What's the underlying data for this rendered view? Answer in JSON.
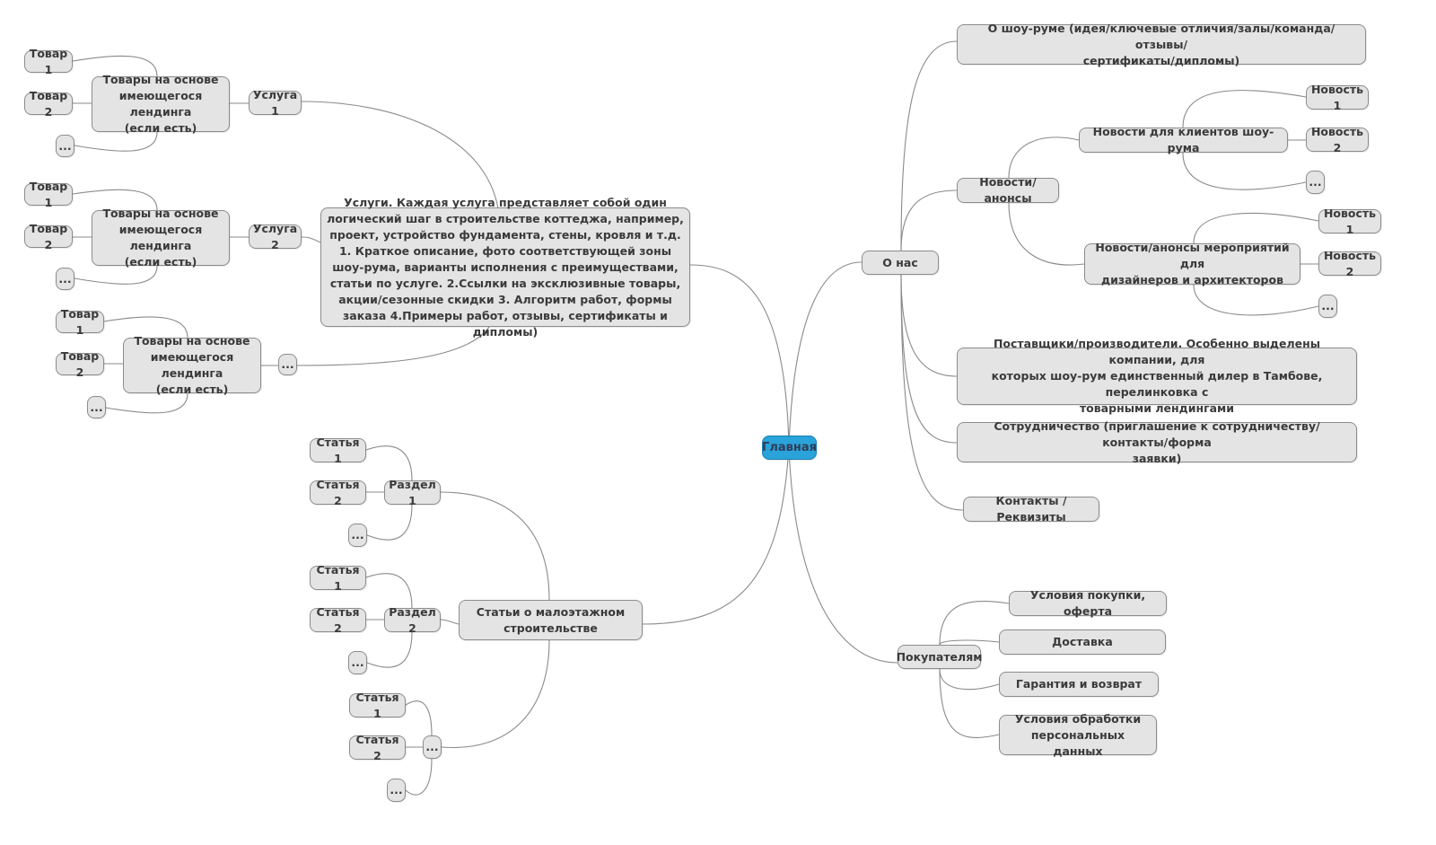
{
  "root": {
    "label": "Главная",
    "color": "#2aa3db"
  },
  "nodes": {
    "services": "Услуги.  Каждая услуга представляет собой один логический шаг в строительстве коттеджа, например, проект, устройство фундамента, стены, кровля и т.д.         1. Краткое описание, фото соответствующей зоны шоу-рума, варианты исполнения с преимуществами, статьи по услуге. 2.Ссылки на эксклюзивные товары, акции/сезонные скидки 3. Алгоритм работ, формы заказа 4.Примеры работ, отзывы, сертификаты и дипломы)",
    "service1": "Услуга 1",
    "service2": "Услуга 2",
    "service_more": "...",
    "goods_s1": "Товары на основе\nимеющегося лендинга\n(если есть)",
    "goods_s2": "Товары на основе\nимеющегося лендинга\n(если есть)",
    "goods_s3": "Товары на основе\nимеющегося лендинга\n(если есть)",
    "item1_a": "Товар 1",
    "item2_a": "Товар 2",
    "itemmore_a": "...",
    "item1_b": "Товар 1",
    "item2_b": "Товар 2",
    "itemmore_b": "...",
    "item1_c": "Товар 1",
    "item2_c": "Товар 2",
    "itemmore_c": "...",
    "articles": "Статьи о малоэтажном\nстроительстве",
    "section1": "Раздел 1",
    "section2": "Раздел 2",
    "section_more": "...",
    "art1_a": "Статья 1",
    "art2_a": "Статья 2",
    "artmore_a": "...",
    "art1_b": "Статья 1",
    "art2_b": "Статья 2",
    "artmore_b": "...",
    "art1_c": "Статья 1",
    "art2_c": "Статья 2",
    "artmore_c": "...",
    "about": "О нас",
    "showroom": "О шоу-руме (идея/ключевые отличия/залы/команда/отзывы/\nсертификаты/дипломы)",
    "news": "Новости/анонсы",
    "news_clients": "Новости для клиентов шоу-рума",
    "news_designers": "Новости/анонсы мероприятий для\nдизайнеров и архитекторов",
    "newsitem1_a": "Новость 1",
    "newsitem2_a": "Новость 2",
    "newsmore_a": "...",
    "newsitem1_b": "Новость 1",
    "newsitem2_b": "Новость 2",
    "newsmore_b": "...",
    "suppliers": "Поставщики/производители. Особенно выделены компании, для\nкоторых шоу-рум единственный дилер в Тамбове, перелинковка с\nтоварными лендингами",
    "cooperation": "Сотрудничество (приглашение к сотрудничеству/контакты/форма\nзаявки)",
    "contacts": "Контакты / Реквизиты",
    "buyers": "Покупателям",
    "purchase_terms": "Условия покупки, оферта",
    "delivery": "Доставка",
    "warranty": "Гарантия и возврат",
    "personal_data": "Условия обработки\nперсональных данных"
  }
}
